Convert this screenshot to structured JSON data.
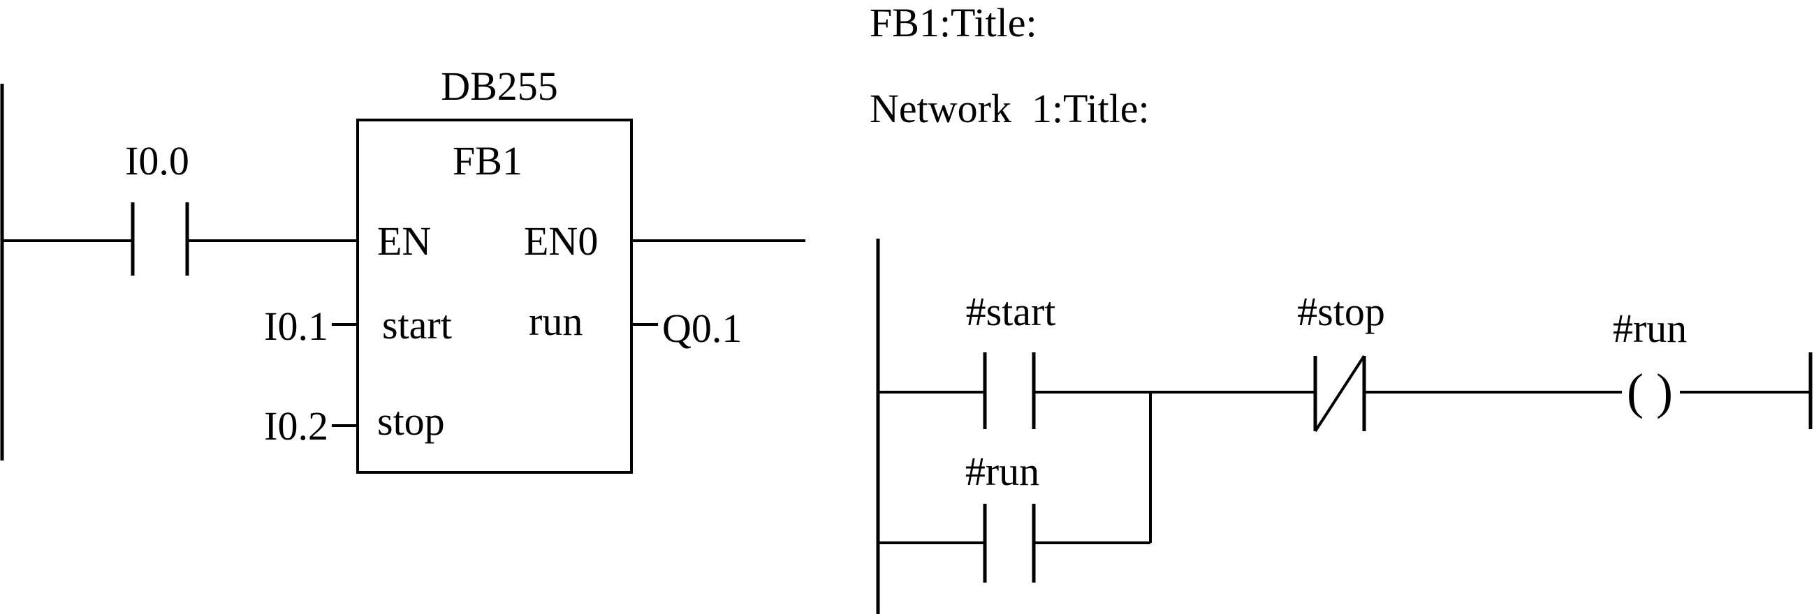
{
  "left_network": {
    "instance_db": "DB255",
    "block_name": "FB1",
    "pin_en": "EN",
    "pin_eno": "EN0",
    "pin_start": "start",
    "pin_stop": "stop",
    "pin_run": "run",
    "contact_label": "I0.0",
    "input_start_addr": "I0.1",
    "input_stop_addr": "I0.2",
    "output_run_addr": "Q0.1"
  },
  "right_network": {
    "fb_title": "FB1:Title:",
    "network_title": "Network  1:Title:",
    "contact_start_label": "#start",
    "contact_run_label": "#run",
    "contact_stop_label": "#stop",
    "coil_label": "#run",
    "coil_symbol": "( )"
  }
}
